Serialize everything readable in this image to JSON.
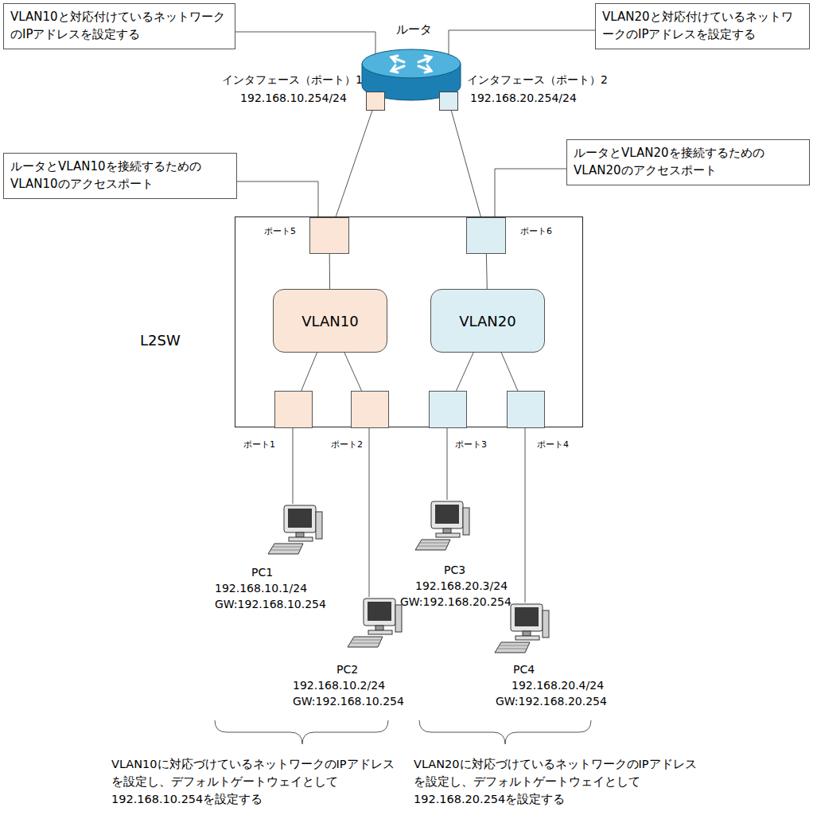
{
  "diagram": {
    "nodes": [
      {
        "text": [
          "VLAN10と対応付けているネットワークのIPアドレスを設定する"
        ]
      },
      {
        "text": [
          "VLAN20と対応付けているネットワークのIPアドレスを設定する"
        ]
      },
      {
        "text": [
          "ルータ"
        ]
      },
      {
        "text": [
          "インタフェース（ポート）1",
          "192.168.10.254/24"
        ],
        "in": 2
      },
      {
        "text": [
          "インタフェース（ポート）2",
          "192.168.20.254/24"
        ],
        "in": 2
      },
      {
        "text": [
          "ルータとVLAN10を接続するためのVLAN10のアクセスポート"
        ]
      },
      {
        "text": [
          "ルータとVLAN20を接続するためのVLAN20のアクセスポート"
        ]
      },
      {
        "text": [
          "L2SW"
        ]
      },
      {
        "text": [
          "ポート5"
        ],
        "in": 7
      },
      {
        "text": [
          "ポート6"
        ],
        "in": 7
      },
      {
        "text": [
          "VLAN10"
        ],
        "in": 7
      },
      {
        "text": [
          "VLAN20"
        ],
        "in": 7
      },
      {
        "text": [
          "ポート1"
        ],
        "in": 7
      },
      {
        "text": [
          "ポート2"
        ],
        "in": 7
      },
      {
        "text": [
          "ポート3"
        ],
        "in": 7
      },
      {
        "text": [
          "ポート4"
        ],
        "in": 7
      },
      {
        "text": [
          "PC1",
          "192.168.10.1/24",
          "GW:192.168.10.254"
        ]
      },
      {
        "text": [
          "PC2",
          "192.168.10.2/24",
          "GW:192.168.10.254"
        ]
      },
      {
        "text": [
          "PC3",
          "192.168.20.3/24",
          "GW:192.168.20.254"
        ]
      },
      {
        "text": [
          "PC4",
          "192.168.20.4/24",
          "GW:192.168.20.254"
        ]
      }
    ],
    "edges": [
      {
        "from": 0,
        "to": 3,
        "arrow": "none"
      },
      {
        "from": 1,
        "to": 4,
        "arrow": "none"
      },
      {
        "from": 5,
        "to": 8,
        "arrow": "none"
      },
      {
        "from": 6,
        "to": 9,
        "arrow": "none"
      },
      {
        "from": 3,
        "to": 8,
        "arrow": "none"
      },
      {
        "from": 4,
        "to": 9,
        "arrow": "none"
      },
      {
        "from": 8,
        "to": 10,
        "arrow": "none"
      },
      {
        "from": 9,
        "to": 11,
        "arrow": "none"
      },
      {
        "from": 10,
        "to": 12,
        "arrow": "none"
      },
      {
        "from": 10,
        "to": 13,
        "arrow": "none"
      },
      {
        "from": 11,
        "to": 14,
        "arrow": "none"
      },
      {
        "from": 11,
        "to": 15,
        "arrow": "none"
      },
      {
        "from": 12,
        "to": 16,
        "arrow": "none"
      },
      {
        "from": 13,
        "to": 17,
        "arrow": "none"
      },
      {
        "from": 14,
        "to": 18,
        "arrow": "none"
      },
      {
        "from": 15,
        "to": 19,
        "arrow": "none"
      }
    ],
    "labels": [
      "VLAN10に対応づけているネットワークのIPアドレスを設定し、デフォルトゲートウェイとして192.168.10.254を設定する",
      "VLAN20に対応づけているネットワークのIPアドレスを設定し、デフォルトゲートウェイとして192.168.20.254を設定する"
    ]
  }
}
